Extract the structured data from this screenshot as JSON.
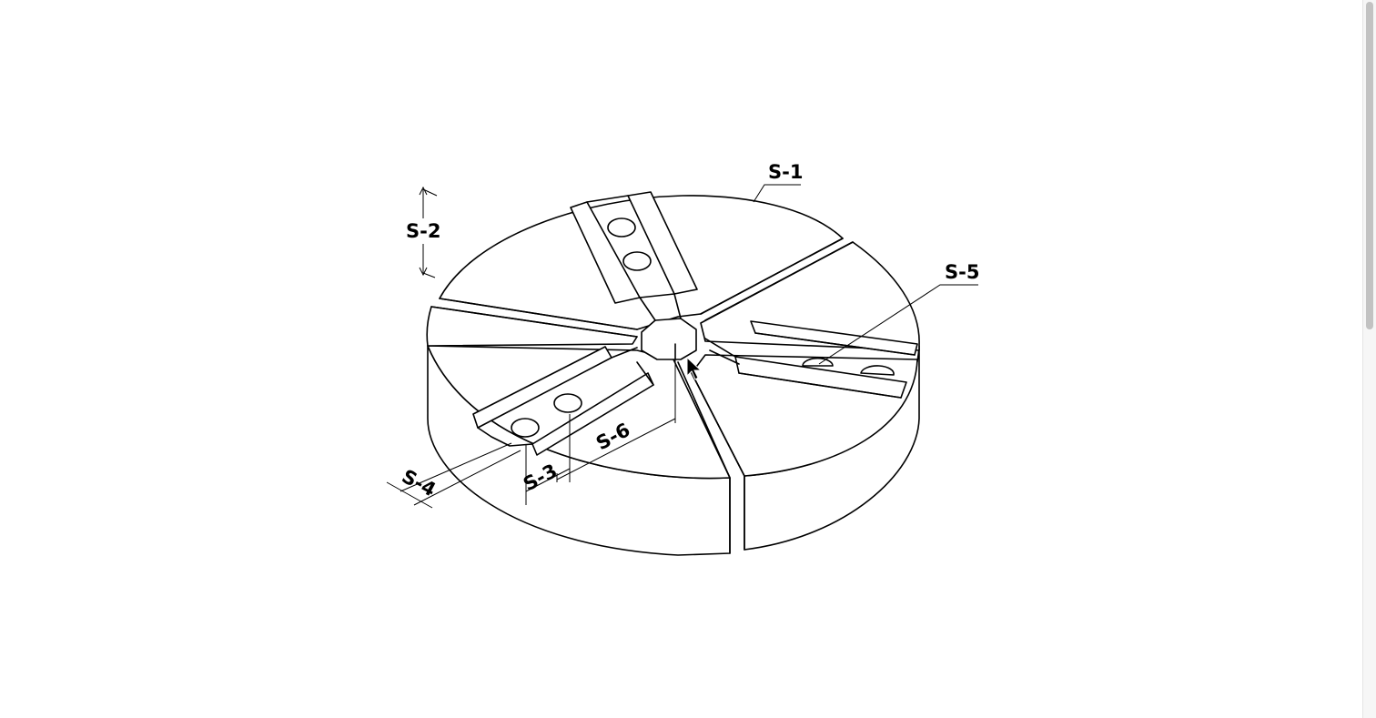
{
  "drawing": {
    "labels": {
      "s1": "S-1",
      "s2": "S-2",
      "s3": "S-3",
      "s4": "S-4",
      "s5": "S-5",
      "s6": "S-6"
    }
  },
  "colors": {
    "background": "#ffffff",
    "line": "#000000",
    "scrollbar_track": "#f6f6f6",
    "scrollbar_thumb": "#c2c2c2"
  },
  "icons": {
    "cursor": "arrow-cursor-icon"
  }
}
